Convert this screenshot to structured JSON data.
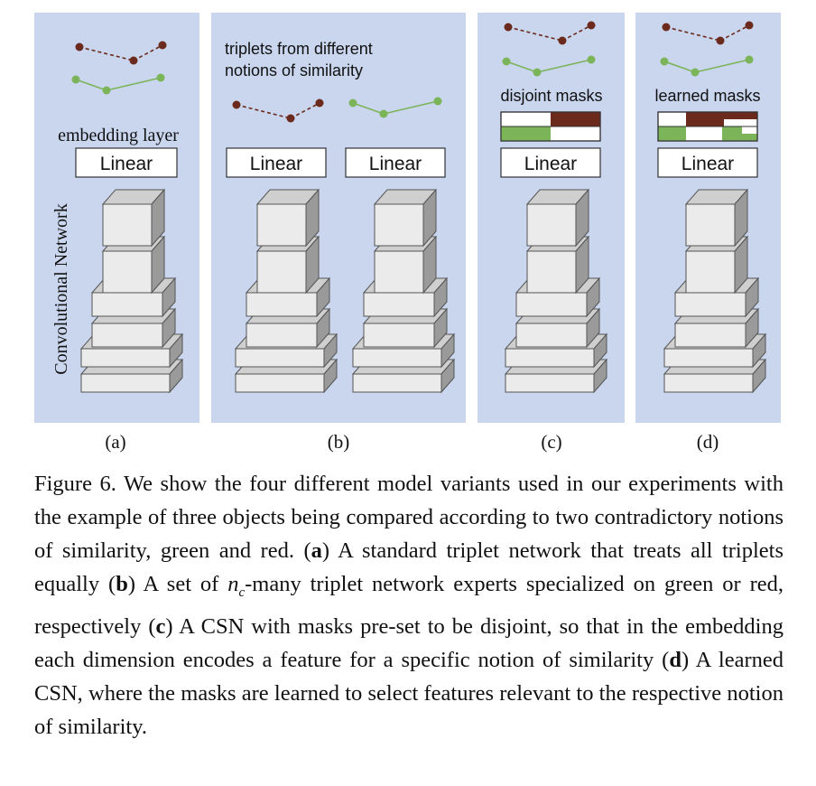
{
  "figure": {
    "panels": [
      {
        "id": "a",
        "label": "(a)",
        "annotation": "embedding layer",
        "linear": [
          "Linear"
        ],
        "side_label": "Convolutional Network"
      },
      {
        "id": "b",
        "label": "(b)",
        "annotation_lines": [
          "triplets from different",
          "notions of similarity"
        ],
        "linear": [
          "Linear",
          "Linear"
        ]
      },
      {
        "id": "c",
        "label": "(c)",
        "annotation": "disjoint masks",
        "linear": [
          "Linear"
        ]
      },
      {
        "id": "d",
        "label": "(d)",
        "annotation": "learned masks",
        "linear": [
          "Linear"
        ]
      }
    ],
    "colors": {
      "panel_bg": "#c9d6ee",
      "red": "#6b2a1c",
      "green": "#7cb45a",
      "block_face": "#ebebeb",
      "block_side": "#9a9a9a"
    }
  },
  "caption": {
    "prefix": "Figure 6. We show the four different model variants used in our experiments with the example of three objects being compared according to two contradictory notions of similarity, green and red. ",
    "a_label": "a",
    "a_text": " A standard triplet network that treats all triplets equally ",
    "b_label": "b",
    "b_text_1": " A set of ",
    "b_var": "n",
    "b_var_sub": "c",
    "b_text_2": "-many triplet network experts specialized on green or red, respectively ",
    "c_label": "c",
    "c_text": " A CSN with masks pre-set to be disjoint, so that in the embedding each dimension encodes a feature for a specific notion of similarity ",
    "d_label": "d",
    "d_text": " A learned CSN, where the masks are learned to select features relevant to the respective notion of similarity."
  }
}
